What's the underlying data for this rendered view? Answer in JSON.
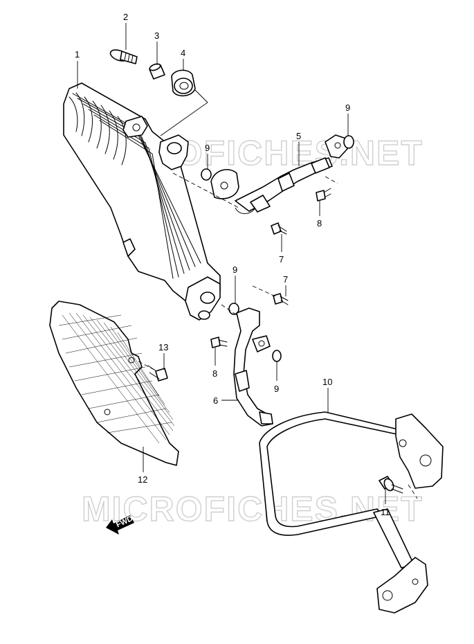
{
  "watermark": {
    "text": "MICROFICHES.NET"
  },
  "fwd_arrow": {
    "text": "FWD"
  },
  "callouts": [
    {
      "id": "c1",
      "label": "1"
    },
    {
      "id": "c2",
      "label": "2"
    },
    {
      "id": "c3",
      "label": "3"
    },
    {
      "id": "c4",
      "label": "4"
    },
    {
      "id": "c5",
      "label": "5"
    },
    {
      "id": "c9a",
      "label": "9"
    },
    {
      "id": "c9b",
      "label": "9"
    },
    {
      "id": "c8a",
      "label": "8"
    },
    {
      "id": "c7a",
      "label": "7"
    },
    {
      "id": "c9c",
      "label": "9"
    },
    {
      "id": "c7b",
      "label": "7"
    },
    {
      "id": "c13",
      "label": "13"
    },
    {
      "id": "c8b",
      "label": "8"
    },
    {
      "id": "c9d",
      "label": "9"
    },
    {
      "id": "c6",
      "label": "6"
    },
    {
      "id": "c10",
      "label": "10"
    },
    {
      "id": "c12",
      "label": "12"
    },
    {
      "id": "c11",
      "label": "11"
    }
  ]
}
